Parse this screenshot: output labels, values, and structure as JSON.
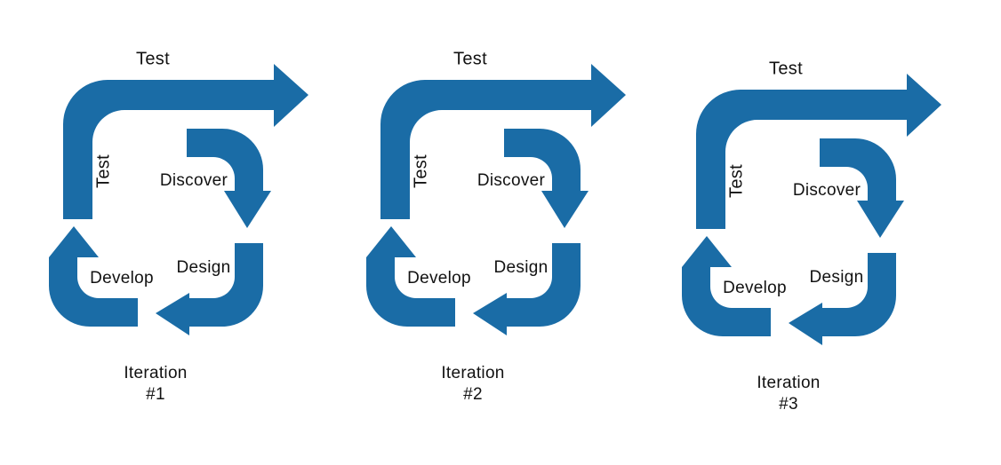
{
  "colors": {
    "arrow": "#1A6CA6",
    "text": "#121212",
    "background": "#FFFFFF"
  },
  "diagrams": [
    {
      "top_label": "Test",
      "side_label": "Test",
      "steps": {
        "discover": "Discover",
        "design": "Design",
        "develop": "Develop"
      },
      "caption_line1": "Iteration",
      "caption_line2": "#1"
    },
    {
      "top_label": "Test",
      "side_label": "Test",
      "steps": {
        "discover": "Discover",
        "design": "Design",
        "develop": "Develop"
      },
      "caption_line1": "Iteration",
      "caption_line2": "#2"
    },
    {
      "top_label": "Test",
      "side_label": "Test",
      "steps": {
        "discover": "Discover",
        "design": "Design",
        "develop": "Develop"
      },
      "caption_line1": "Iteration",
      "caption_line2": "#3"
    }
  ]
}
